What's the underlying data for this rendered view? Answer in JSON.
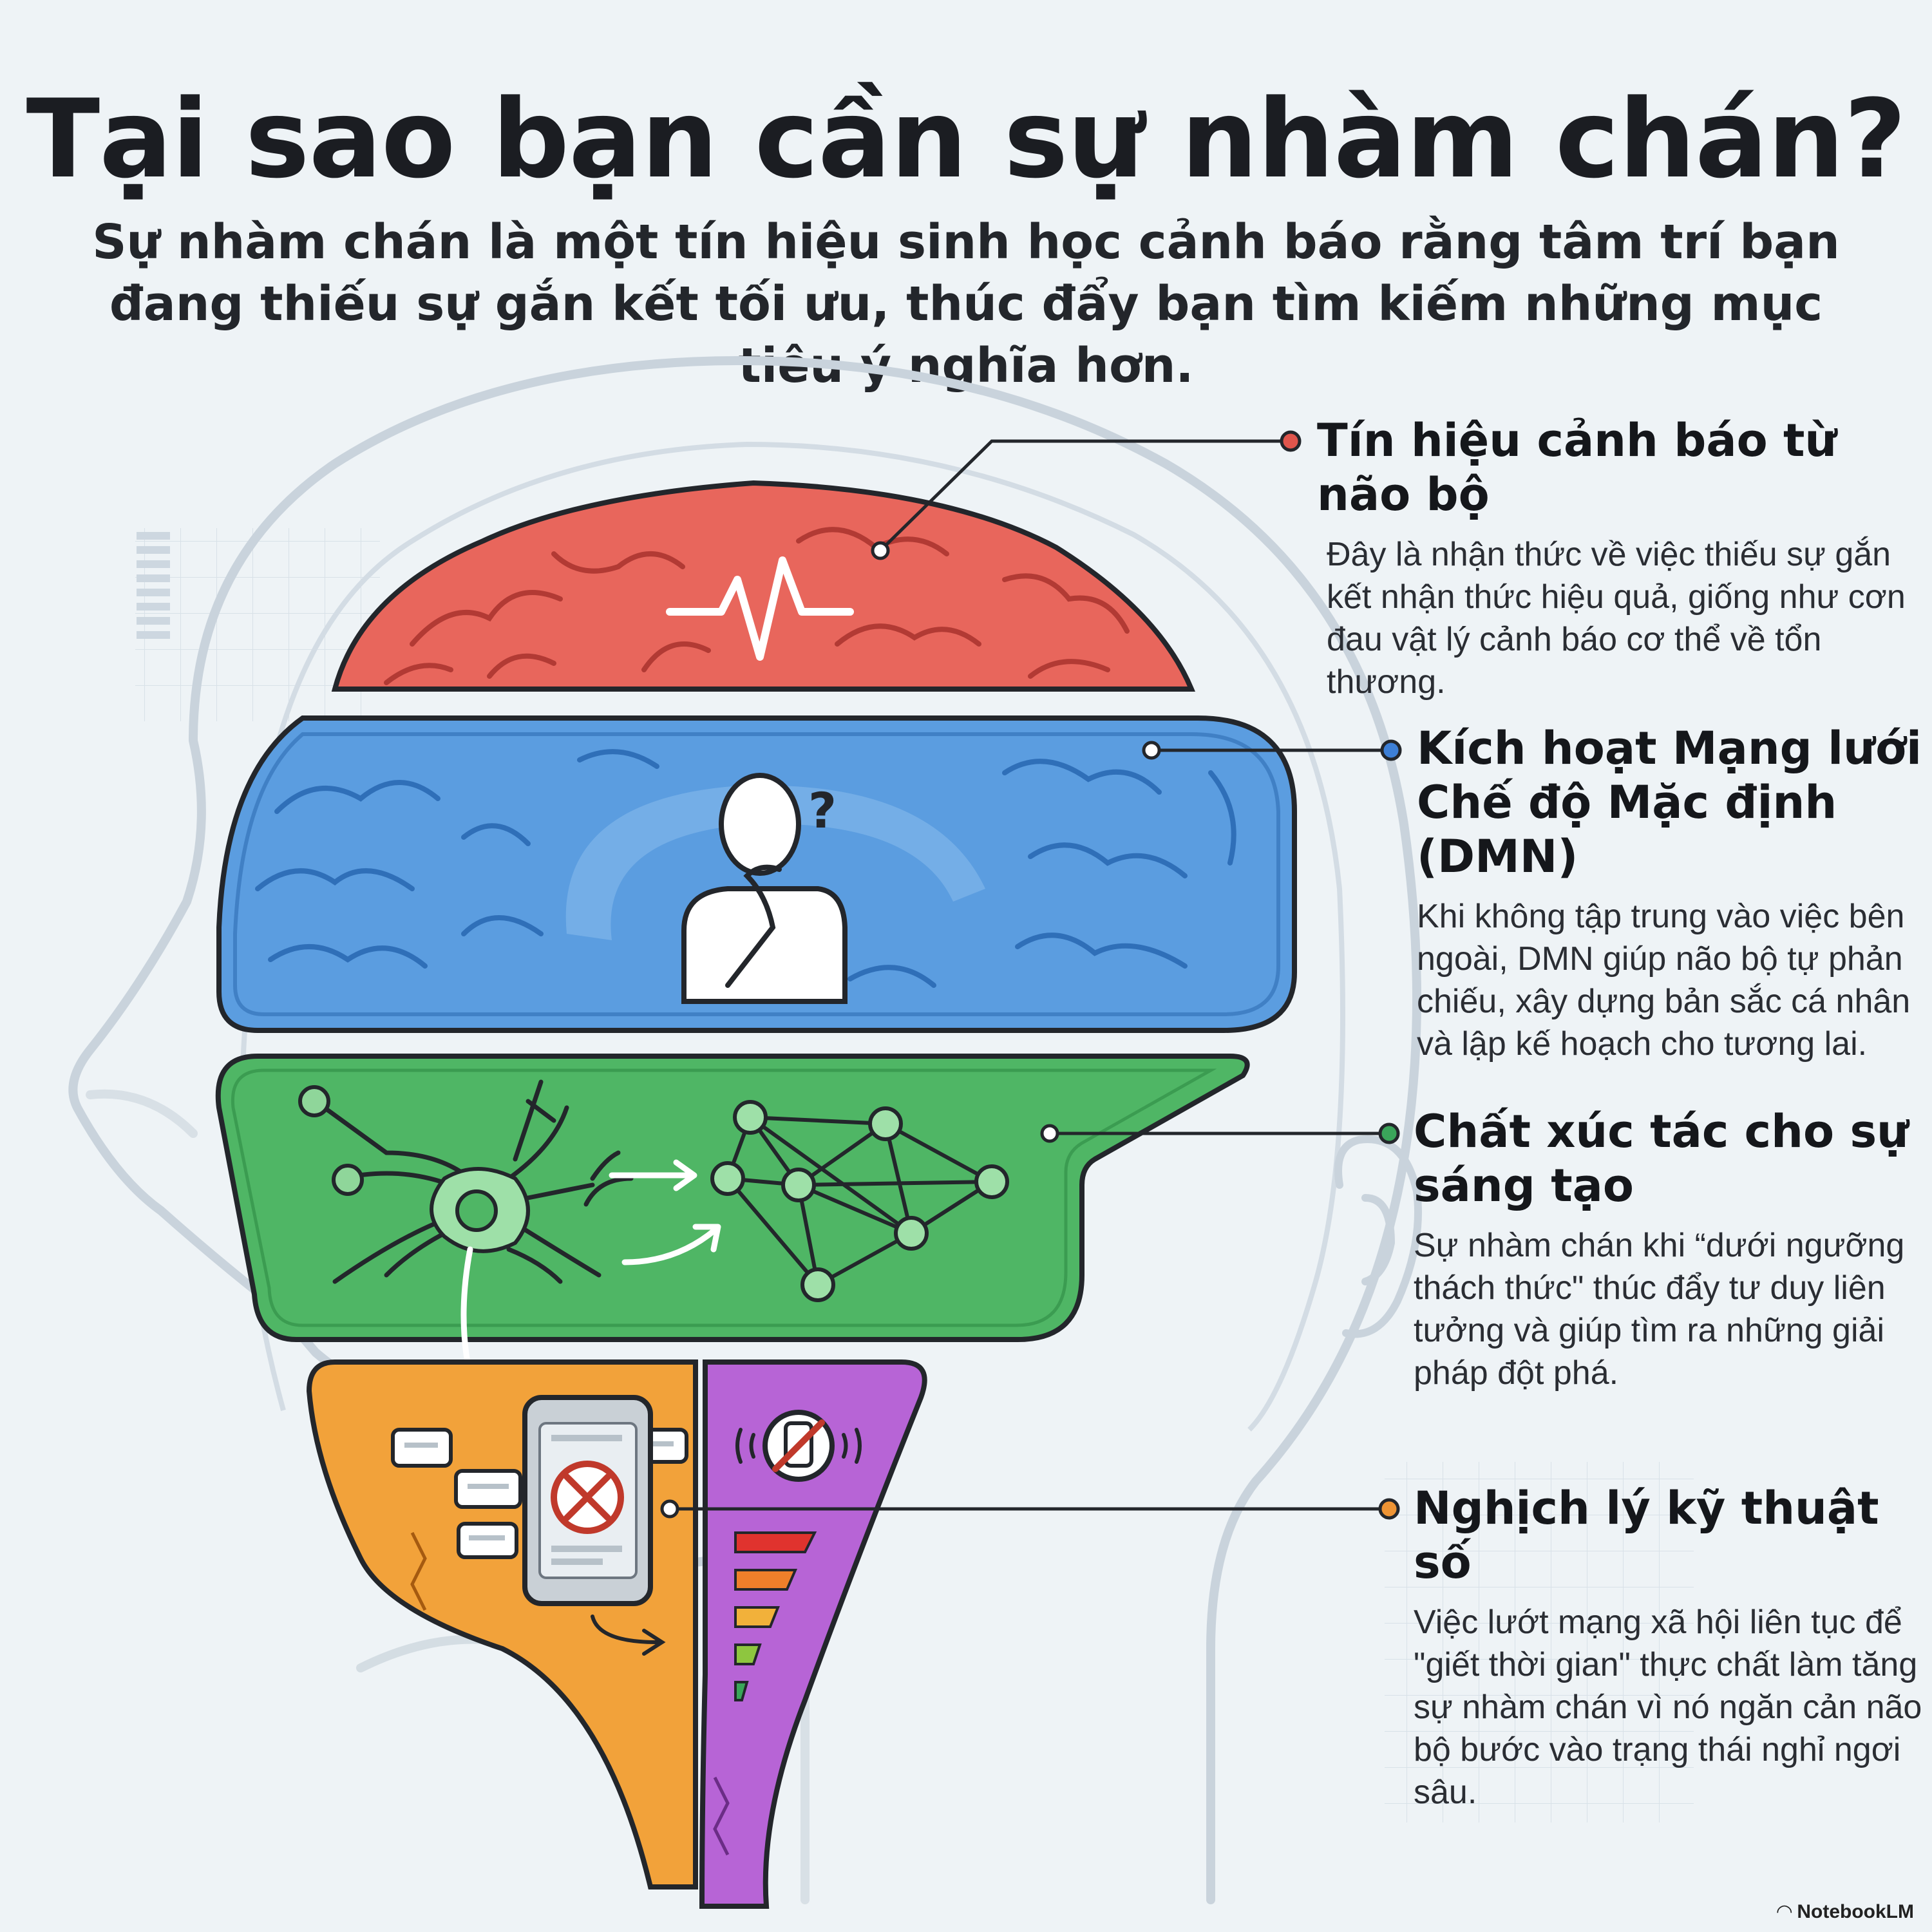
{
  "title": "Tại sao bạn cần sự nhàm chán?",
  "subtitle": "Sự nhàm chán là một tín hiệu sinh học cảnh báo rằng tâm trí bạn đang thiếu sự gắn kết tối ưu, thúc đẩy bạn tìm kiếm những mục tiêu ý nghĩa hơn.",
  "callouts": [
    {
      "heading": "Tín hiệu cảnh báo từ não bộ",
      "body": "Đây là nhận thức về việc thiếu sự gắn kết nhận thức hiệu quả, giống như cơn đau vật lý cảnh báo cơ thể về tổn thương.",
      "color": "#e0554c"
    },
    {
      "heading": "Kích hoạt Mạng lưới Chế độ Mặc định (DMN)",
      "body": "Khi không tập trung vào việc bên ngoài, DMN giúp não bộ tự phản chiếu, xây dựng bản sắc cá nhân và lập kế hoạch cho tương lai.",
      "color": "#3d7fd6"
    },
    {
      "heading": "Chất xúc tác cho sự sáng tạo",
      "body": "Sự nhàm chán khi “dưới ngưỡng thách thức\" thúc đẩy tư duy liên tưởng và giúp tìm ra những giải pháp đột phá.",
      "color": "#3aa55a"
    },
    {
      "heading": "Nghịch lý kỹ thuật số",
      "body": "Việc lướt mạng xã hội liên tục để \"giết thời gian\" thực chất làm tăng sự nhàm chán vì nó ngăn cản não bộ bước vào trạng thái nghỉ ngơi sâu.",
      "color": "#ee9434"
    }
  ],
  "brand": "NotebookLM",
  "colors": {
    "red_region": "#e8665c",
    "blue_region": "#5b9de0",
    "green_region": "#4fb665",
    "orange_region": "#f2a23a",
    "purple_region": "#b764d6",
    "background": "#eef3f6"
  }
}
